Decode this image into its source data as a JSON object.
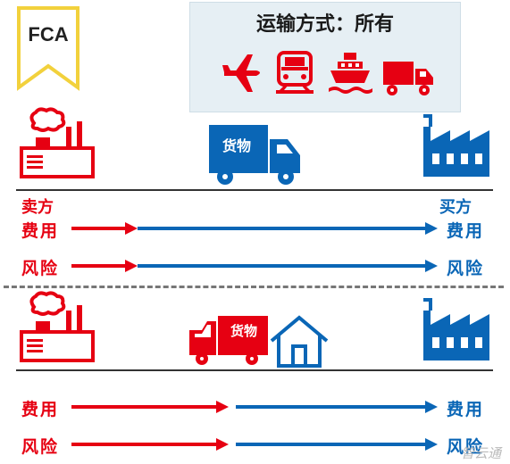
{
  "term": "FCA",
  "transport": {
    "title": "运输方式：所有",
    "icons": [
      "airplane-icon",
      "train-icon",
      "ship-icon",
      "truck-icon"
    ]
  },
  "section1": {
    "seller_label": "卖方",
    "buyer_label": "买方",
    "truck_label": "货物",
    "rows": [
      {
        "start": "费用",
        "end": "费用"
      },
      {
        "start": "风险",
        "end": "风险"
      }
    ]
  },
  "section2": {
    "truck_label": "货物",
    "rows": [
      {
        "start": "费用",
        "end": "费用"
      },
      {
        "start": "风险",
        "end": "风险"
      }
    ]
  },
  "watermark": "智云通",
  "colors": {
    "seller_red": "#e60012",
    "buyer_blue": "#0a66b6",
    "banner_yellow": "#f2d13c",
    "box_bg": "#e6eff4"
  }
}
